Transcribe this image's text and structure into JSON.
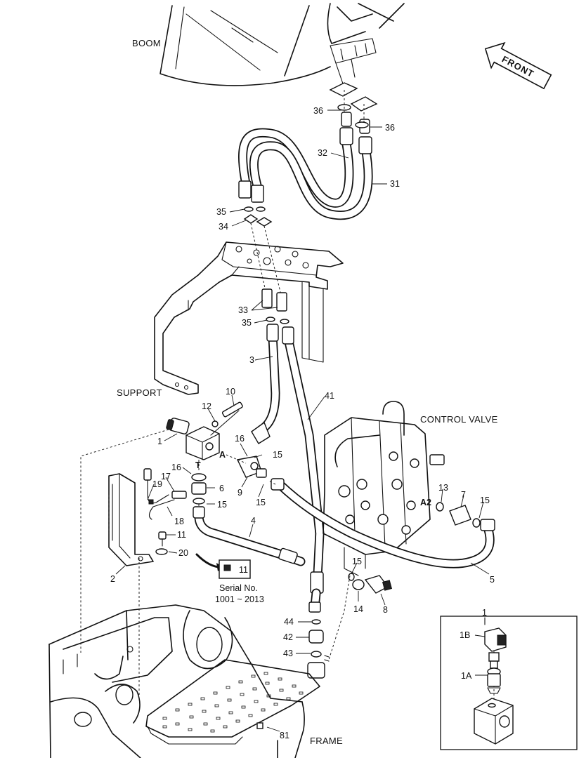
{
  "names": {
    "boom": "BOOM",
    "front": "FRONT",
    "support": "SUPPORT",
    "control_valve": "CONTROL VALVE",
    "frame": "FRAME"
  },
  "serial_note": {
    "label": "Serial No.",
    "range": "1001 ~ 2013",
    "part": "11"
  },
  "inset": {
    "title": "1",
    "parts": [
      "1B",
      "1A"
    ]
  },
  "ports": {
    "a": "A",
    "t": "T",
    "a2": "A2"
  },
  "callouts": {
    "c36a": "36",
    "c36b": "36",
    "c32": "32",
    "c31": "31",
    "c35a": "35",
    "c34": "34",
    "c33": "33",
    "c35b": "35",
    "c3": "3",
    "c41": "41",
    "c10": "10",
    "c12": "12",
    "c1": "1",
    "c16a": "16",
    "c15a": "15",
    "c16b": "16",
    "c9": "9",
    "c15b": "15",
    "c17": "17",
    "c6": "6",
    "c19": "19",
    "c15c": "15",
    "c18": "18",
    "c4": "4",
    "c11": "11",
    "c20": "20",
    "c2": "2",
    "c13": "13",
    "c7": "7",
    "c15d": "15",
    "c5": "5",
    "c15e": "15",
    "c14": "14",
    "c8": "8",
    "c44": "44",
    "c42": "42",
    "c43": "43",
    "c81": "81"
  }
}
